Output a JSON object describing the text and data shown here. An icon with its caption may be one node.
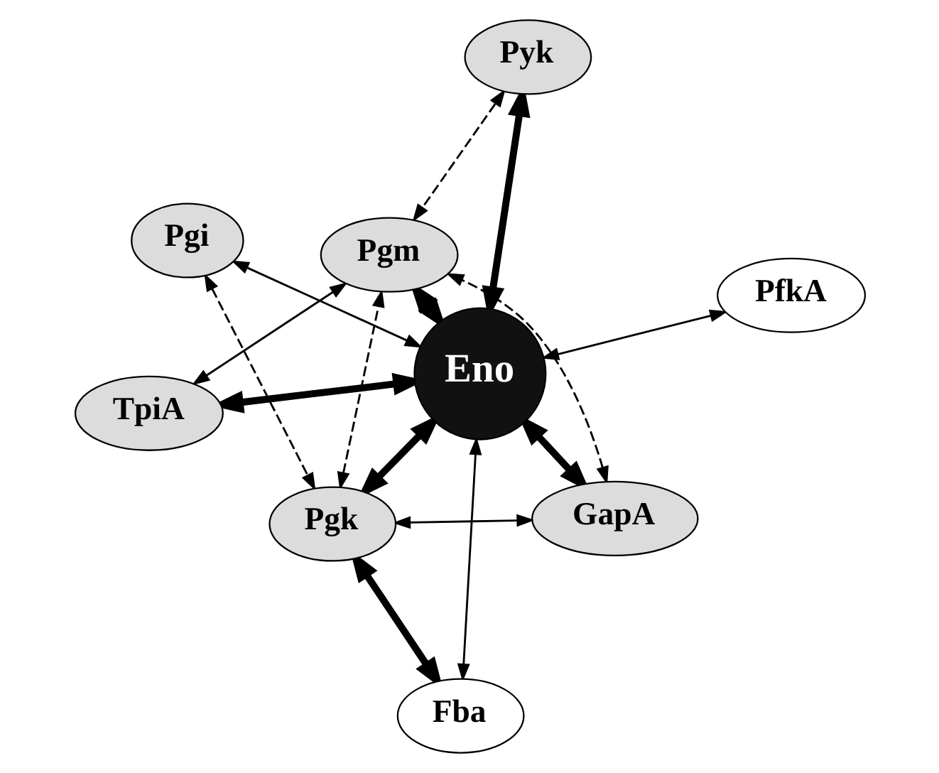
{
  "diagram": {
    "nodes": [
      {
        "text": [
          "Pgi"
        ]
      },
      {
        "text": [
          "PfkA"
        ]
      },
      {
        "text": [
          "Fba"
        ]
      },
      {
        "text": [
          "Pyk"
        ]
      },
      {
        "text": [
          "Eno"
        ]
      },
      {
        "text": [
          "Pgk"
        ]
      },
      {
        "text": [
          "TpiA"
        ]
      },
      {
        "text": [
          "GapA"
        ]
      },
      {
        "text": [
          "Pgm"
        ]
      }
    ],
    "edges": [
      {
        "from": 4,
        "to": 0,
        "arrow": "both"
      },
      {
        "from": 4,
        "to": 1,
        "arrow": "both"
      },
      {
        "from": 4,
        "to": 2,
        "arrow": "both"
      },
      {
        "from": 4,
        "to": 3,
        "arrow": "both",
        "style": "thick"
      },
      {
        "from": 4,
        "to": 5,
        "arrow": "both",
        "style": "thick"
      },
      {
        "from": 4,
        "to": 6,
        "arrow": "both",
        "style": "thick"
      },
      {
        "from": 4,
        "to": 8,
        "arrow": "both",
        "style": "thick"
      },
      {
        "from": 4,
        "to": 7,
        "arrow": "both",
        "style": "thick"
      },
      {
        "from": 2,
        "to": 5,
        "arrow": "both",
        "style": "thick"
      },
      {
        "from": 0,
        "to": 5,
        "arrow": "both",
        "style": "dashed"
      },
      {
        "from": 3,
        "to": 8,
        "arrow": "both",
        "style": "dashed"
      },
      {
        "from": 6,
        "to": 8,
        "arrow": "both"
      },
      {
        "from": 7,
        "to": 8,
        "arrow": "both",
        "style": "dashed"
      },
      {
        "from": 7,
        "to": 5,
        "arrow": "both"
      },
      {
        "from": 5,
        "to": 8,
        "arrow": "both",
        "style": "dashed"
      }
    ]
  }
}
